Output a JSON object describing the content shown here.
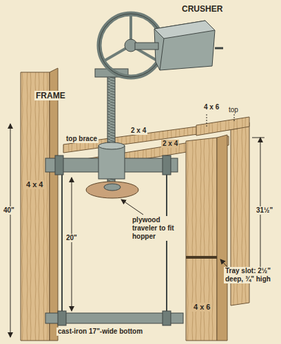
{
  "diagram": {
    "labels": [
      "CRUSHER",
      "FRAME",
      "4 x 6",
      "top",
      "2 x 4",
      "2 x 4",
      "top brace",
      "40\"",
      "4 x 4",
      "20\"",
      "plywood traveler to fit hopper",
      "31½\"",
      "Tray slot: 2½\" deep, ¾\" high",
      "4 x 6",
      "cast-iron 17\"-wide bottom"
    ]
  }
}
